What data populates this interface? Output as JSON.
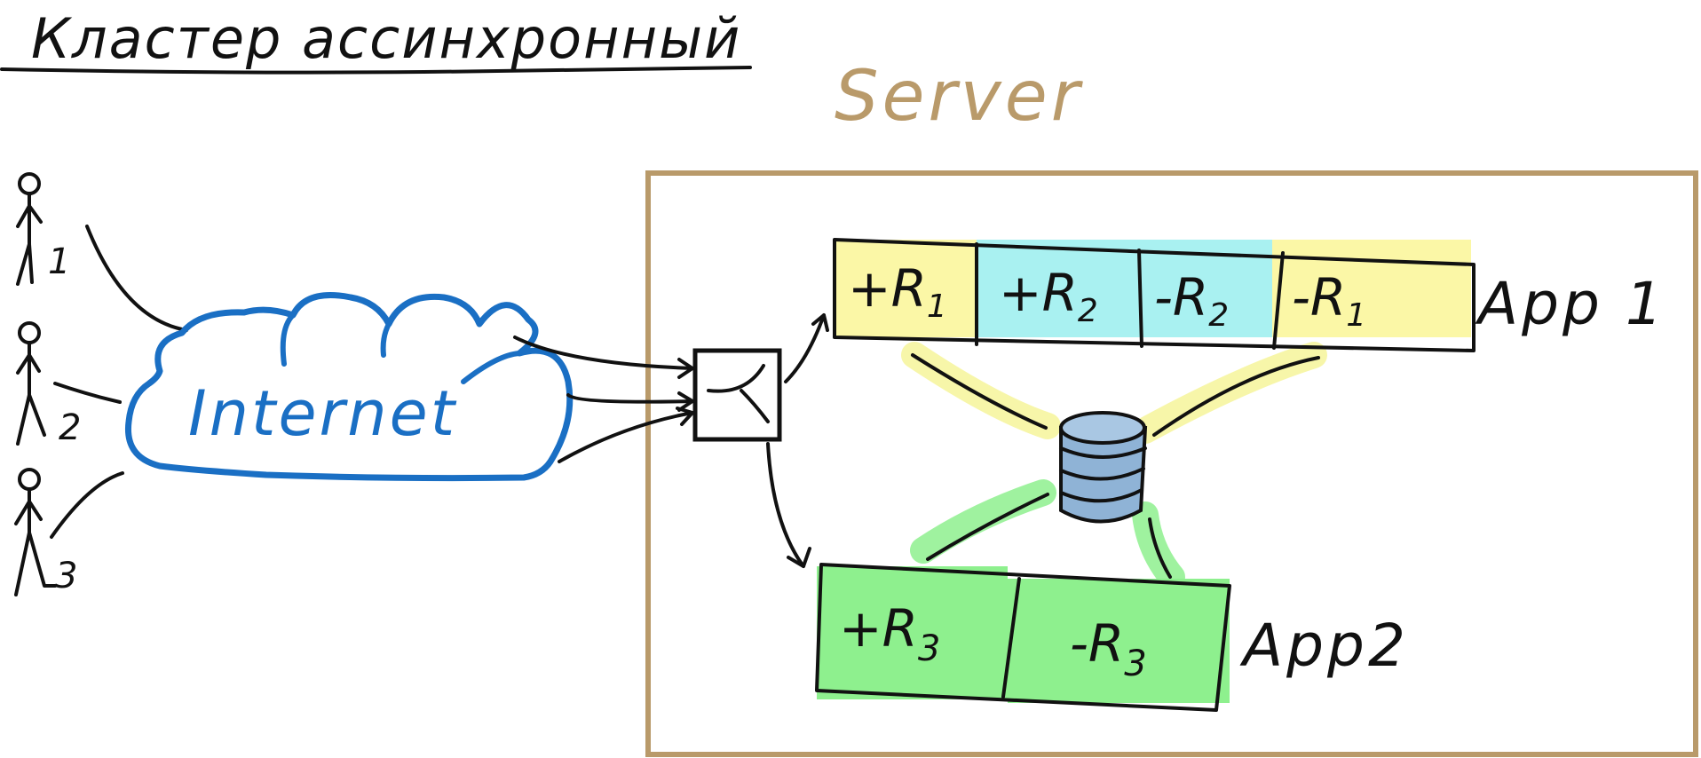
{
  "title": "Кластер ассинхронный",
  "server_label": "Server",
  "internet_label": "Internet",
  "users": [
    {
      "label": "1"
    },
    {
      "label": "2"
    },
    {
      "label": "3"
    }
  ],
  "app1": {
    "label": "App 1",
    "cells": [
      {
        "text": "+R",
        "sub": "1",
        "color": "#fbf7a6"
      },
      {
        "text": "+R",
        "sub": "2",
        "color": "#a9f1f1"
      },
      {
        "text": "-R",
        "sub": "2",
        "color": "#a9f1f1"
      },
      {
        "text": "-R",
        "sub": "1",
        "color": "#fbf7a6"
      }
    ]
  },
  "app2": {
    "label": "App2",
    "cells": [
      {
        "text": "+R",
        "sub": "3",
        "color": "#8ef08e"
      },
      {
        "text": "-R",
        "sub": "3",
        "color": "#8ef08e"
      }
    ]
  },
  "colors": {
    "server_border": "#b99a6a",
    "cloud": "#1a6fc4",
    "database": "#8fb3d6",
    "link_yellow": "#f6f59a",
    "link_green": "#8ef08e"
  }
}
